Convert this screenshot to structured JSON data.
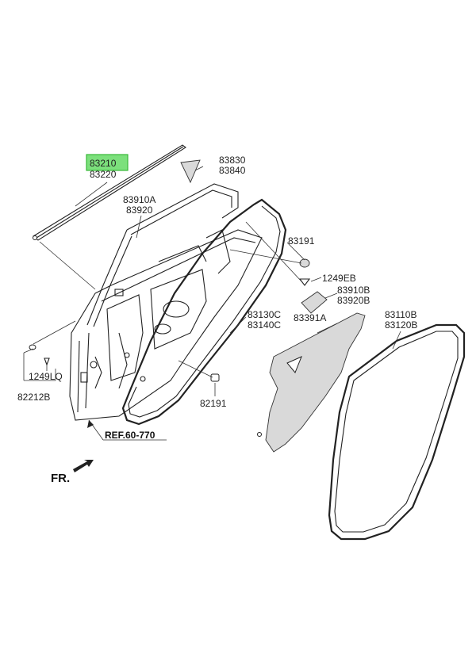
{
  "highlight": {
    "color": "#7CE07C",
    "border": "#38B838"
  },
  "labels": {
    "p83210": "83210",
    "p83220": "83220",
    "p83830": "83830",
    "p83840": "83840",
    "p83910A": "83910A",
    "p83920": "83920",
    "p83191": "83191",
    "p1249EB": "1249EB",
    "p83910B": "83910B",
    "p83920B": "83920B",
    "p83130C": "83130C",
    "p83140C": "83140C",
    "p83391A": "83391A",
    "p83110B": "83110B",
    "p83120B": "83120B",
    "p1249LQ": "1249LQ",
    "p82212B": "82212B",
    "p82191": "82191",
    "ref": "REF.60-770",
    "fr": "FR."
  }
}
